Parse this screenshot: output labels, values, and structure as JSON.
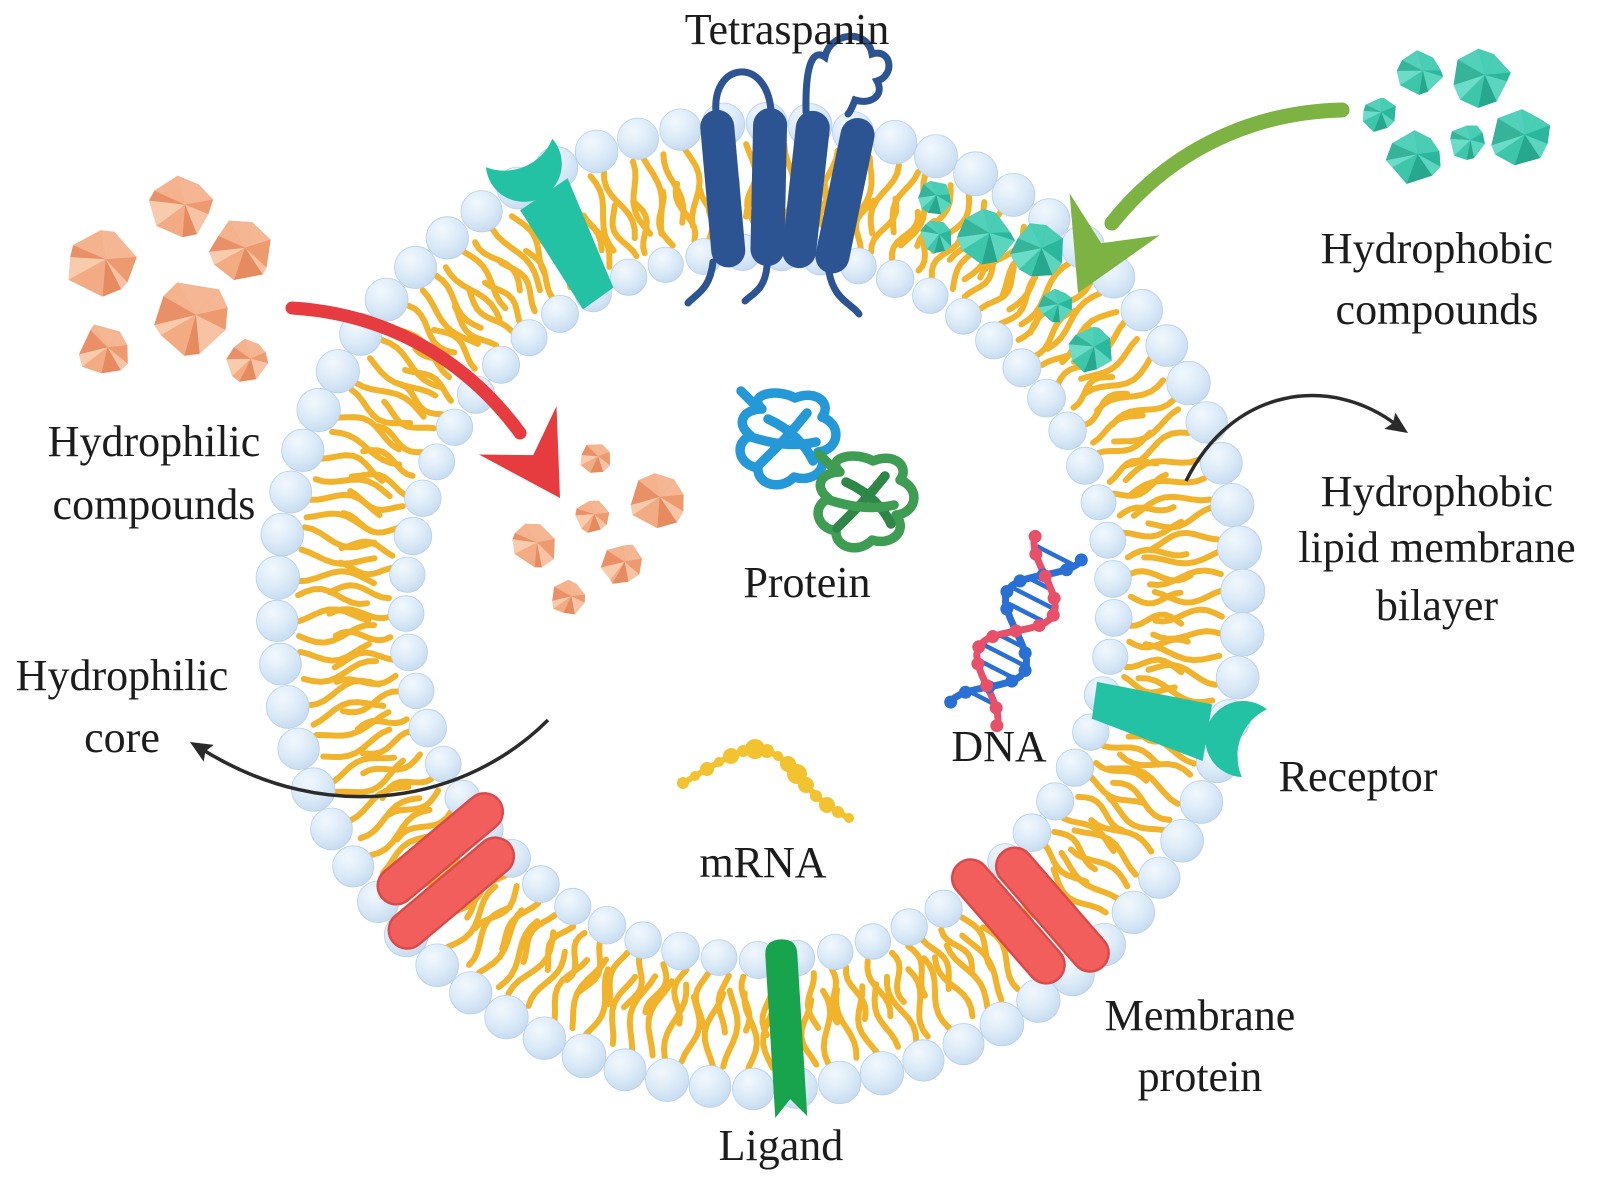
{
  "figure": {
    "type": "liposome-drug-delivery-vesicle-diagram"
  },
  "labels": {
    "tetraspanin": "Tetraspanin",
    "hydrophobic_compounds": {
      "line1": "Hydrophobic",
      "line2": "compounds"
    },
    "hydrophilic_compounds": {
      "line1": "Hydrophilic",
      "line2": "compounds"
    },
    "hydrophilic_core": {
      "line1": "Hydrophilic",
      "line2": "core"
    },
    "hydrophobic_bilayer": {
      "line1": "Hydrophobic",
      "line2": "lipid membrane",
      "line3": "bilayer"
    },
    "receptor": "Receptor",
    "membrane_protein": {
      "line1": "Membrane",
      "line2": "protein"
    },
    "ligand": "Ligand",
    "protein": "Protein",
    "dna": "DNA",
    "mrna": "mRNA"
  },
  "palette": {
    "background": "#ffffff",
    "membrane_head": "#d6e6f6",
    "membrane_head_edge": "#b7d0ea",
    "lipid_tail": "#f2b32c",
    "tetraspanin_blue": "#2d5492",
    "receptor_teal": "#24c2a5",
    "membrane_protein_red": "#f15e5c",
    "membrane_protein_red_edge": "#d94b4a",
    "ligand_green": "#18a44c",
    "hydrophobic_crystal_teal": "#2fbda2",
    "hydrophilic_crystal_orange": "#efa077",
    "arrow_red": "#e63c40",
    "arrow_green": "#7cb342",
    "arrow_black": "#2b2b2b",
    "protein_blue": "#2598d8",
    "protein_green": "#3f9c53",
    "protein_green_dark": "#2e8747",
    "dna_blue": "#2a6fd4",
    "dna_red": "#e8506a",
    "mrna_yellow": "#f3c32f",
    "text": "#1c1c1c"
  }
}
